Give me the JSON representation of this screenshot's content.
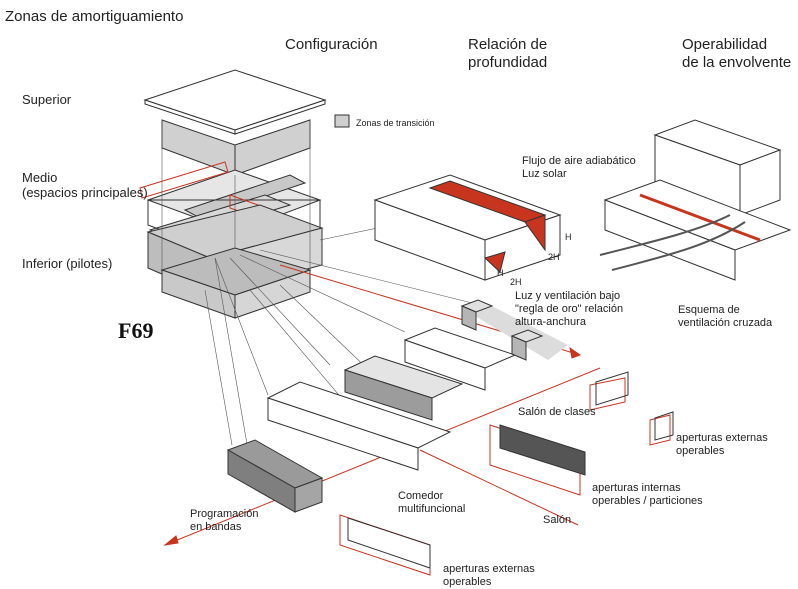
{
  "title": "Zonas de amortiguamiento",
  "figure_ref": "F69",
  "columns": {
    "config": "Configuración",
    "depth": "Relación de\nprofundidad",
    "envelope": "Operabilidad\nde la envolvente"
  },
  "levels": {
    "upper": "Superior",
    "middle": "Medio\n(espacios principales)",
    "lower": "Inferior (pilotes)"
  },
  "legend": {
    "label": "Zonas de transición",
    "swatch_color": "#cfcfcf"
  },
  "depth_labels": {
    "airflow": "Flujo de aire adiabático\nLuz solar",
    "golden_rule": "Luz y ventilación bajo\n\"regla de oro\" relación\naltura-anchura",
    "dim_h": "H",
    "dim_2h": "2H"
  },
  "envelope_labels": {
    "cross_vent": "Esquema de\nventilación cruzada"
  },
  "program_labels": {
    "bands": "Programación\nen bandas",
    "dining": "Comedor\nmultifuncional",
    "classroom": "Salón de clases",
    "hall": "Salón",
    "ext_openings_1": "aperturas externas\noperables",
    "int_openings": "aperturas internas\noperables / particiones",
    "ext_openings_2": "aperturas externas\noperables"
  },
  "colors": {
    "accent_red": "#c8351f",
    "line": "#333333",
    "fill_grey": "#c8c8c8",
    "fill_dark": "#8a8a8a"
  }
}
